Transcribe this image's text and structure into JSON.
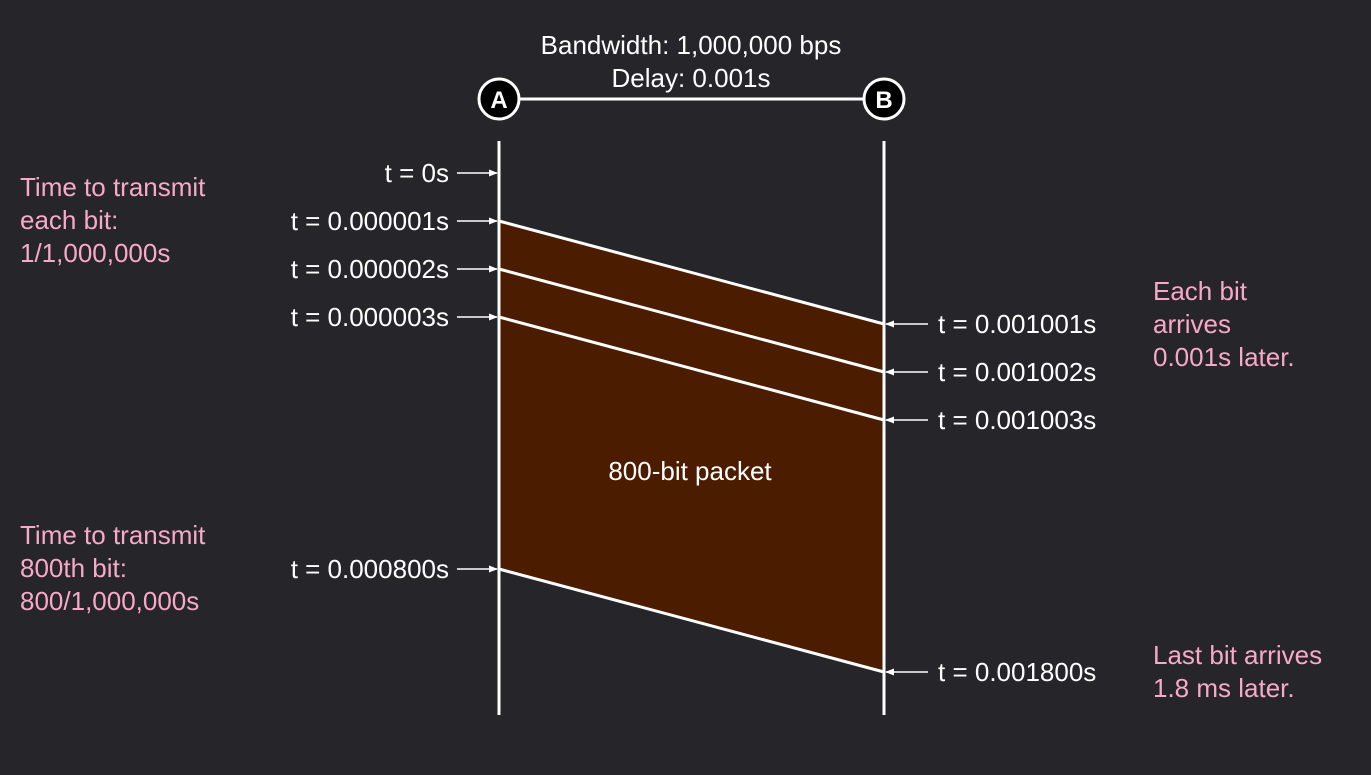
{
  "link": {
    "bandwidth_label": "Bandwidth: 1,000,000 bps",
    "delay_label": "Delay: 0.001s"
  },
  "nodes": {
    "a": "A",
    "b": "B"
  },
  "packet_label": "800-bit packet",
  "send_times": {
    "t0": "t = 0s",
    "t1": "t = 0.000001s",
    "t2": "t = 0.000002s",
    "t3": "t = 0.000003s",
    "t800": "t = 0.000800s"
  },
  "arrival_times": {
    "t1": "t = 0.001001s",
    "t2": "t = 0.001002s",
    "t3": "t = 0.001003s",
    "t800": "t = 0.001800s"
  },
  "annotations": {
    "per_bit": [
      "Time to transmit",
      "each bit:",
      "1/1,000,000s"
    ],
    "arrival": [
      "Each bit",
      "arrives",
      "0.001s later."
    ],
    "last_bit": [
      "Time to transmit",
      "800th bit:",
      "800/1,000,000s"
    ],
    "last_arrival": [
      "Last bit arrives",
      "1.8 ms later."
    ]
  },
  "colors": {
    "background": "#262529",
    "packet_fill": "#4c1c00",
    "annotation": "#f7a9c9",
    "line": "#ffffff"
  }
}
